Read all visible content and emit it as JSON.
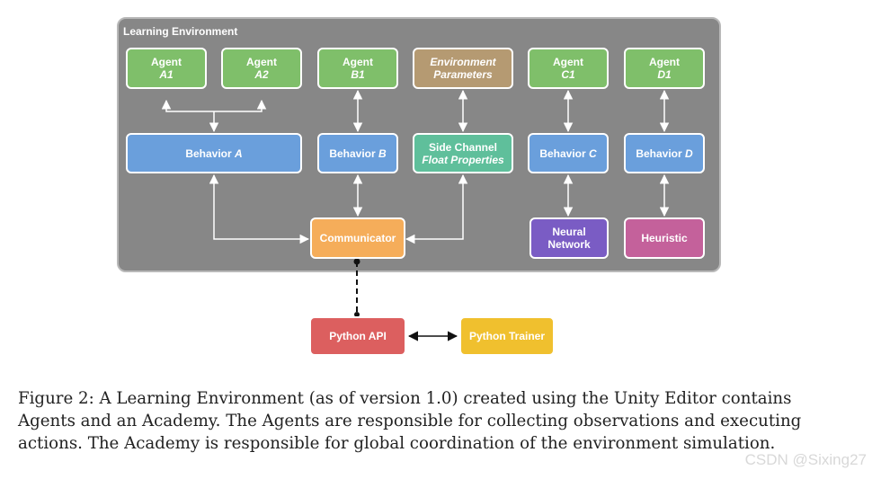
{
  "environment": {
    "title": "Learning Environment"
  },
  "nodes": {
    "agent_a1": {
      "line1": "Agent",
      "line2": "A1"
    },
    "agent_a2": {
      "line1": "Agent",
      "line2": "A2"
    },
    "agent_b1": {
      "line1": "Agent",
      "line2": "B1"
    },
    "env_params": {
      "line1": "Environment",
      "line2": "Parameters"
    },
    "agent_c1": {
      "line1": "Agent",
      "line2": "C1"
    },
    "agent_d1": {
      "line1": "Agent",
      "line2": "D1"
    },
    "behavior_a": {
      "label": "Behavior",
      "suffix": "A"
    },
    "behavior_b": {
      "label": "Behavior",
      "suffix": "B"
    },
    "side_channel": {
      "line1": "Side Channel",
      "line2": "Float Properties"
    },
    "behavior_c": {
      "label": "Behavior",
      "suffix": "C"
    },
    "behavior_d": {
      "label": "Behavior",
      "suffix": "D"
    },
    "communicator": {
      "label": "Communicator"
    },
    "neural_network": {
      "line1": "Neural",
      "line2": "Network"
    },
    "heuristic": {
      "label": "Heuristic"
    },
    "python_api": {
      "label": "Python API"
    },
    "python_trainer": {
      "label": "Python Trainer"
    }
  },
  "caption": "Figure 2: A Learning Environment (as of version 1.0) created using the Unity Editor contains Agents and an Academy. The Agents are responsible for collecting observations and executing actions. The Academy is responsible for global coordination of the environment simulation.",
  "watermark": "CSDN @Sixing27",
  "colors": {
    "agent": "#7fbf6a",
    "parameters": "#b59a72",
    "behavior": "#6a9fdc",
    "side_channel": "#5fbf9b",
    "communicator": "#f5ad5a",
    "neural_network": "#7a5cc4",
    "heuristic": "#c4619b",
    "python_api": "#dc5f5f",
    "python_trainer": "#f0c02e",
    "panel": "#878787"
  }
}
